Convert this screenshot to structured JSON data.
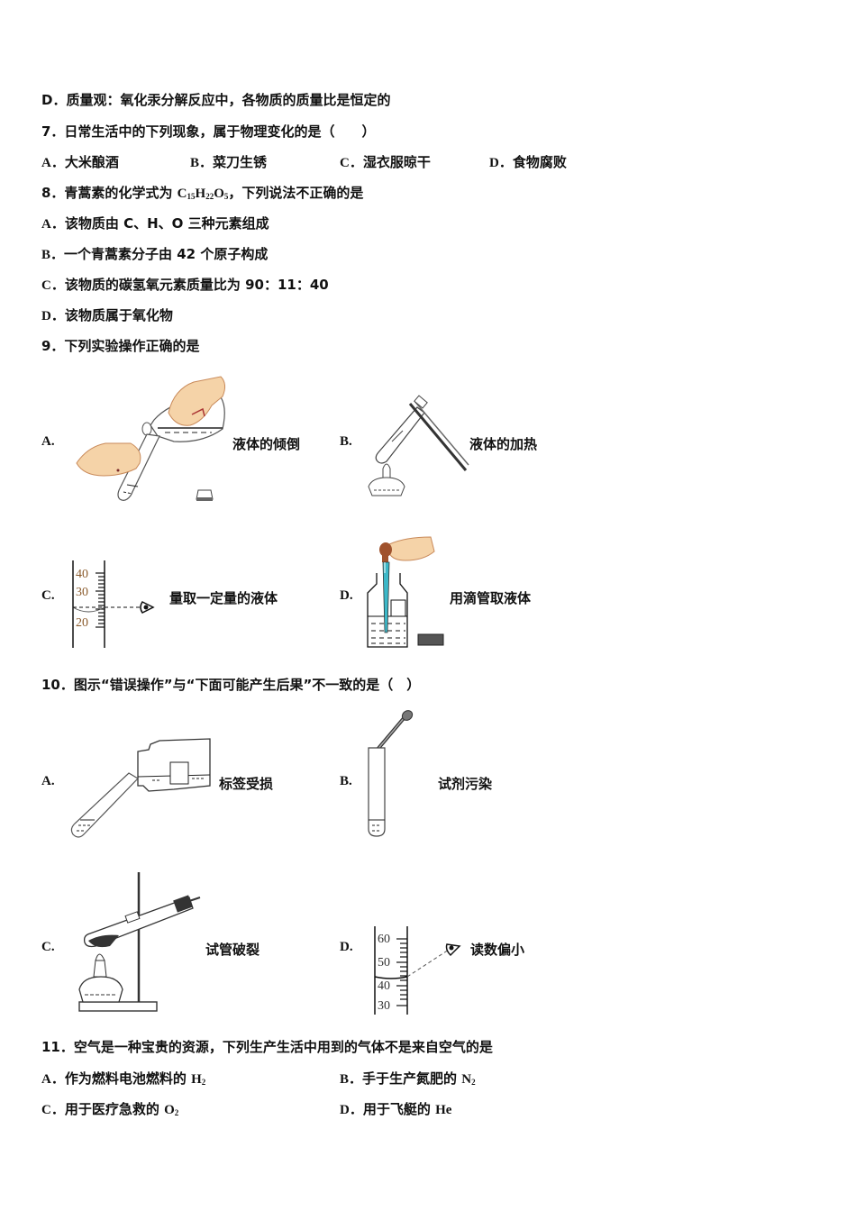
{
  "q6": {
    "option_d": "D．质量观：氧化汞分解反应中，各物质的质量比是恒定的"
  },
  "q7": {
    "stem": "7．日常生活中的下列现象，属于物理变化的是（　　）",
    "options": [
      {
        "label": "A．",
        "text": "大米酿酒"
      },
      {
        "label": "B．",
        "text": "菜刀生锈"
      },
      {
        "label": "C．",
        "text": "湿衣服晾干"
      },
      {
        "label": "D．",
        "text": "食物腐败"
      }
    ]
  },
  "q8": {
    "stem_prefix": "8．青蒿素的化学式为 ",
    "formula": {
      "c": "C",
      "c_sub": "15",
      "h": "H",
      "h_sub": "22",
      "o": "O",
      "o_sub": "5"
    },
    "stem_suffix": "，下列说法不正确的是",
    "options": [
      {
        "label": "A．",
        "text": "该物质由 C、H、O 三种元素组成"
      },
      {
        "label": "B．",
        "text": "一个青蒿素分子由 42 个原子构成"
      },
      {
        "label": "C．",
        "text": "该物质的碳氢氧元素质量比为 90：11：40"
      },
      {
        "label": "D．",
        "text": "该物质属于氧化物"
      }
    ]
  },
  "q9": {
    "stem": "9．下列实验操作正确的是",
    "options": [
      {
        "label": "A.",
        "caption": "液体的倾倒",
        "figure": "pouring-liquid-figure"
      },
      {
        "label": "B.",
        "caption": "液体的加热",
        "figure": "heating-liquid-figure"
      },
      {
        "label": "C.",
        "caption": "量取一定量的液体",
        "figure": "graduated-cylinder-figure",
        "scale": [
          "40",
          "30",
          "20"
        ]
      },
      {
        "label": "D.",
        "caption": "用滴管取液体",
        "figure": "dropper-bottle-figure"
      }
    ]
  },
  "q10": {
    "stem": "10．图示“错误操作”与“下面可能产生后果”不一致的是（　）",
    "options": [
      {
        "label": "A.",
        "caption": "标签受损",
        "figure": "label-damage-figure"
      },
      {
        "label": "B.",
        "caption": "试剂污染",
        "figure": "dropper-test-tube-figure"
      },
      {
        "label": "C.",
        "caption": "试管破裂",
        "figure": "test-tube-heating-stand-figure"
      },
      {
        "label": "D.",
        "caption": "读数偏小",
        "figure": "cylinder-reading-figure",
        "scale": [
          "60",
          "50",
          "40",
          "30"
        ]
      }
    ]
  },
  "q11": {
    "stem": "11．空气是一种宝贵的资源，下列生产生活中用到的气体不是来自空气的是",
    "options": [
      {
        "label": "A．",
        "text": "作为燃料电池燃料的 ",
        "gas": "H",
        "sub": "2"
      },
      {
        "label": "B．",
        "text": "手于生产氮肥的 ",
        "gas": "N",
        "sub": "2"
      },
      {
        "label": "C．",
        "text": "用于医疗急救的 ",
        "gas": "O",
        "sub": "2"
      },
      {
        "label": "D．",
        "text": "用于飞艇的 ",
        "gas": "He",
        "sub": ""
      }
    ]
  },
  "colors": {
    "text": "#111111",
    "skin": "#f5d3a8",
    "skin_outline": "#c98a5a",
    "dropper_bulb": "#a0522d",
    "liquid_blue": "#3cb8c8",
    "scale_number": "#8a5a2b"
  }
}
